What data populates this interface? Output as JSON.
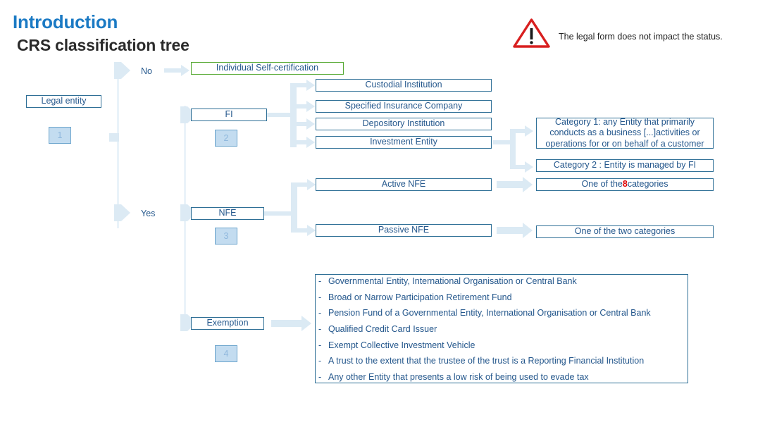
{
  "header": {
    "title": "Introduction",
    "subtitle": "CRS classification tree"
  },
  "note": {
    "icon": "warning-triangle-icon",
    "text": "The legal form does not impact the status."
  },
  "flow": {
    "root": {
      "label": "Legal entity",
      "badge": "1"
    },
    "branch_no_label": "No",
    "branch_yes_label": "Yes",
    "self_certification": {
      "label": "Individual Self-certification"
    },
    "fi": {
      "label": "FI",
      "badge": "2"
    },
    "nfe": {
      "label": "NFE",
      "badge": "3"
    },
    "exemption": {
      "label": "Exemption",
      "badge": "4"
    },
    "fi_children": [
      {
        "label": "Custodial Institution"
      },
      {
        "label": "Specified Insurance Company"
      },
      {
        "label": "Depository Institution"
      },
      {
        "label": "Investment Entity"
      }
    ],
    "investment_entity_children": [
      {
        "label": "Category 1: any Entity that primarily conducts as a business [...]activities or operations for or on behalf of a customer"
      },
      {
        "label": "Category 2 : Entity is managed by FI"
      }
    ],
    "nfe_children": [
      {
        "label": "Active NFE"
      },
      {
        "label": "Passive NFE"
      }
    ],
    "nfe_results": [
      {
        "prefix": "One of the ",
        "highlight": "8",
        "suffix": " categories"
      },
      {
        "prefix": "One of the two categories",
        "highlight": "",
        "suffix": ""
      }
    ],
    "exemption_items": [
      "Governmental Entity, International Organisation or Central Bank",
      "Broad or Narrow Participation Retirement Fund",
      "Pension Fund of a Governmental Entity, International Organisation or Central Bank",
      "Qualified Credit Card Issuer",
      "Exempt Collective Investment Vehicle",
      "A trust to the extent that the trustee of the trust is a Reporting Financial Institution",
      "Any other Entity that presents a low risk of being used to evade tax"
    ],
    "bullet_dash": "-"
  },
  "colors": {
    "title_blue": "#1b7ac4",
    "box_border": "#2e6f96",
    "box_text": "#24578c",
    "green_border": "#56a933",
    "connector": "#dceaf4",
    "badge_fill": "#c3dcf0",
    "highlight_red": "#e00000"
  }
}
